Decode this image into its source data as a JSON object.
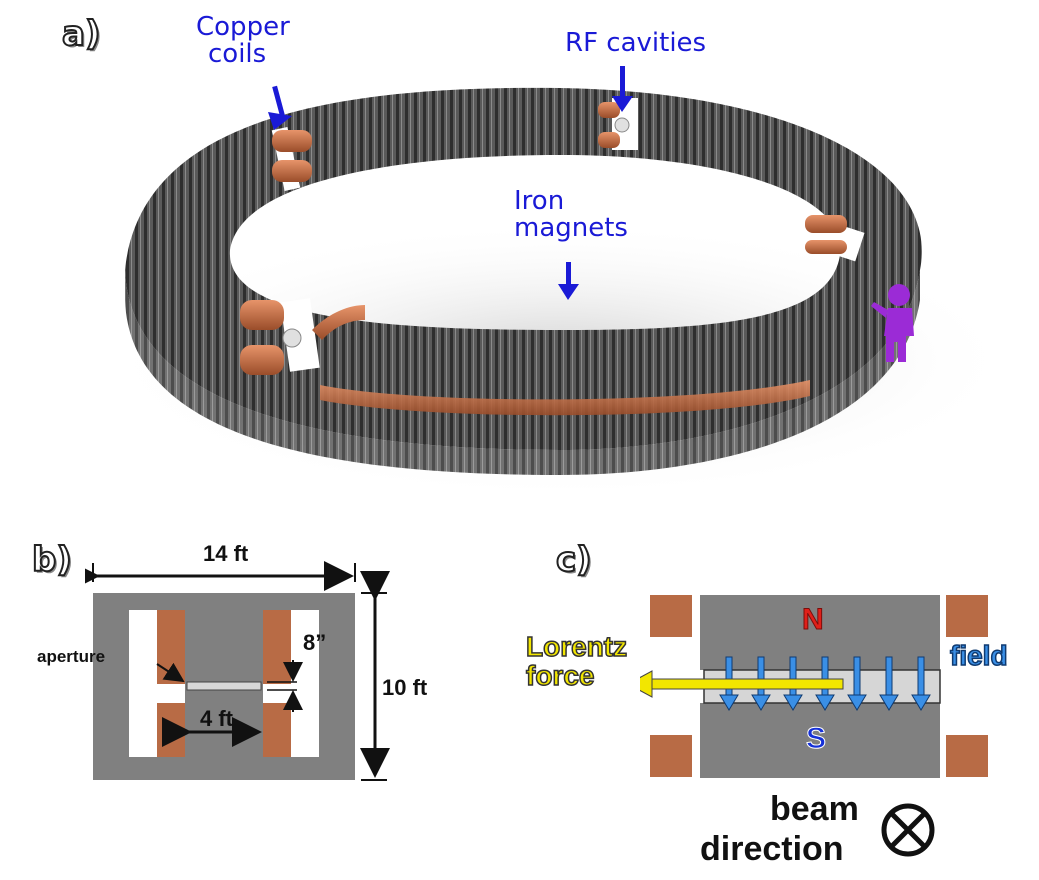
{
  "panels": {
    "a": "a)",
    "b": "b)",
    "c": "c)"
  },
  "panel_a": {
    "labels": {
      "copper_coils_line1": "Copper",
      "copper_coils_line2": "coils",
      "rf_cavities": "RF cavities",
      "iron_magnets_line1": "Iron",
      "iron_magnets_line2": "magnets"
    },
    "colors": {
      "iron": "#4d4d4d",
      "copper": "#c06a3d",
      "callout": "#1a1ad6",
      "person": "#9b2bd6"
    }
  },
  "panel_b": {
    "labels": {
      "width": "14 ft",
      "height": "10 ft",
      "gap": "4 ft",
      "aperture_height": "8”",
      "aperture": "aperture"
    },
    "colors": {
      "iron": "#808080",
      "copper": "#b86b45"
    }
  },
  "panel_c": {
    "labels": {
      "north": "N",
      "south": "S",
      "lorentz_line1": "Lorentz",
      "lorentz_line2": "force",
      "field": "field",
      "beam_line1": "beam",
      "beam_line2": "direction"
    },
    "colors": {
      "iron": "#808080",
      "copper": "#b86b45",
      "field": "#3a8fe6",
      "force": "#f2e600",
      "north": "#e0201a",
      "south": "#1530d8"
    }
  }
}
